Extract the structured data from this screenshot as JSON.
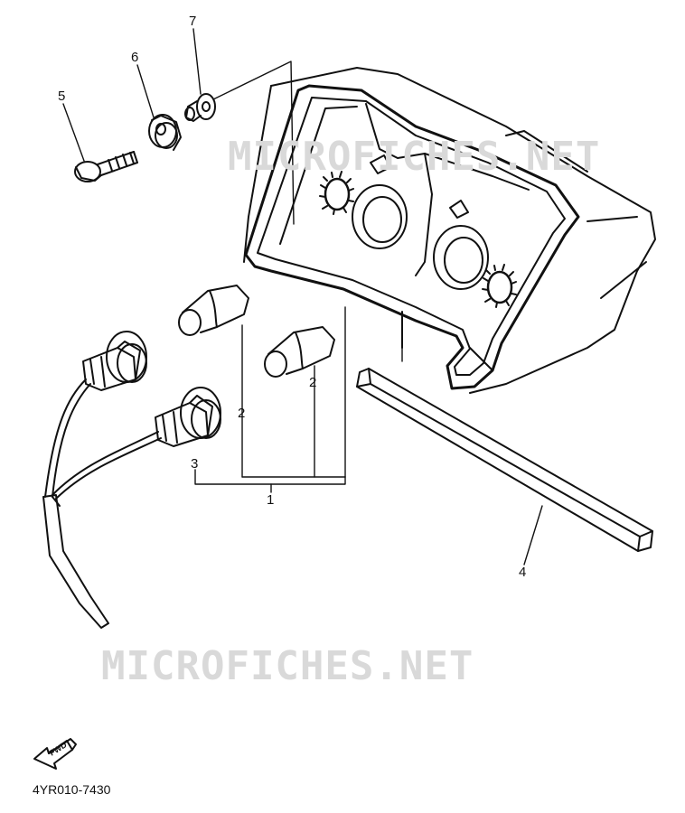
{
  "watermark": "MICROFICHES.NET",
  "callouts": [
    "1",
    "2",
    "2",
    "3",
    "4",
    "5",
    "6",
    "7"
  ],
  "fwd_label": "FWD",
  "diagram_code": "4YR010-7430"
}
